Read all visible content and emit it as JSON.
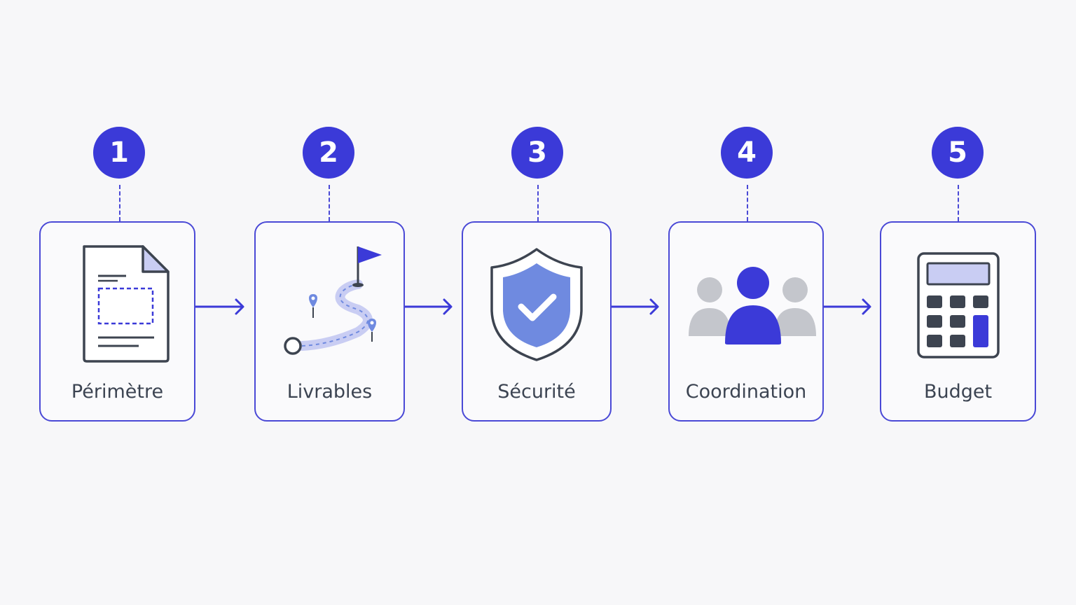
{
  "steps": [
    {
      "number": "1",
      "label": "Périmètre",
      "icon": "document-scope-icon"
    },
    {
      "number": "2",
      "label": "Livrables",
      "icon": "roadmap-flag-icon"
    },
    {
      "number": "3",
      "label": "Sécurité",
      "icon": "shield-check-icon"
    },
    {
      "number": "4",
      "label": "Coordination",
      "icon": "team-people-icon"
    },
    {
      "number": "5",
      "label": "Budget",
      "icon": "calculator-icon"
    }
  ],
  "colors": {
    "accent": "#3b3ad8",
    "border": "#4a49d6",
    "icon_stroke": "#3d4450",
    "icon_fill_light": "#c9cdf3",
    "icon_fill_mid": "#6f8ae0",
    "people_gray": "#c4c6cc",
    "text": "#3c4452",
    "background": "#f7f7f9"
  }
}
